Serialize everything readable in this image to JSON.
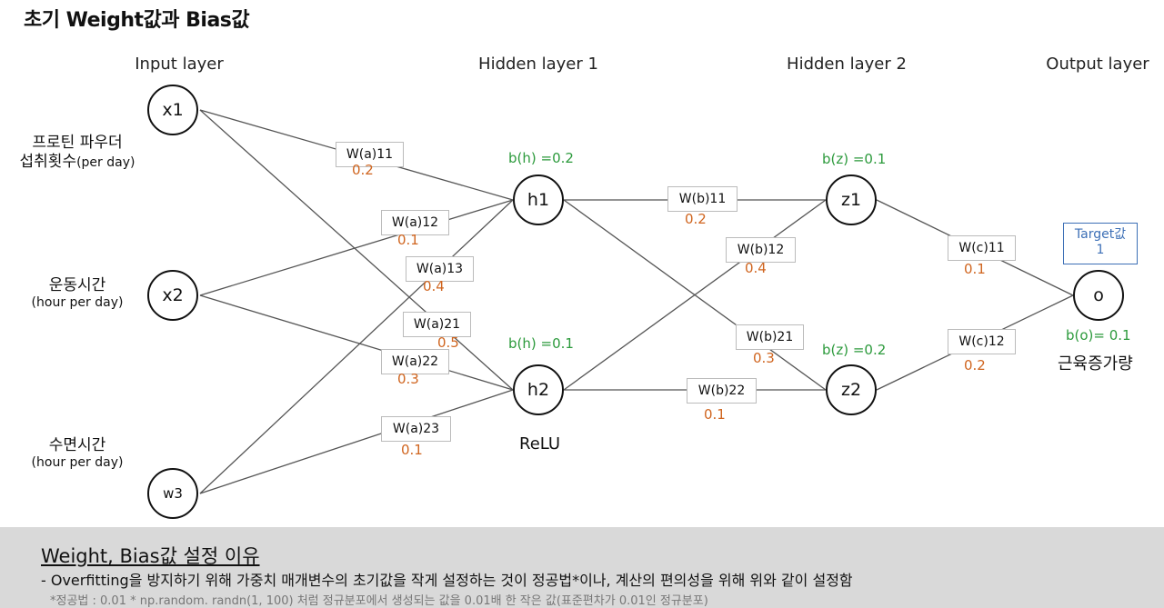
{
  "title": "초기 Weight값과 Bias값",
  "layers": {
    "input": "Input layer",
    "hidden1": "Hidden layer 1",
    "hidden2": "Hidden layer 2",
    "output": "Output layer"
  },
  "inputs": [
    {
      "node": "x1",
      "desc_main": "프로틴 파우더",
      "desc_sub_prefix": "섭취횟수",
      "desc_sub": "(per day)"
    },
    {
      "node": "x2",
      "desc_main": "운동시간",
      "desc_sub": "(hour per day)"
    },
    {
      "node": "w3",
      "desc_main": "수면시간",
      "desc_sub": "(hour per day)"
    }
  ],
  "hidden1": [
    {
      "node": "h1",
      "bias": "b(h) =0.2"
    },
    {
      "node": "h2",
      "bias": "b(h) =0.1"
    }
  ],
  "activation": "ReLU",
  "hidden2": [
    {
      "node": "z1",
      "bias": "b(z) =0.1"
    },
    {
      "node": "z2",
      "bias": "b(z) =0.2"
    }
  ],
  "output": {
    "node": "o",
    "bias": "b(o)= 0.1",
    "label": "근육증가량"
  },
  "target": {
    "label": "Target값",
    "value": "1"
  },
  "weights": [
    {
      "name": "W(a)11",
      "value": "0.2"
    },
    {
      "name": "W(a)12",
      "value": "0.1"
    },
    {
      "name": "W(a)13",
      "value": "0.4"
    },
    {
      "name": "W(a)21",
      "value": "0.5"
    },
    {
      "name": "W(a)22",
      "value": "0.3"
    },
    {
      "name": "W(a)23",
      "value": "0.1"
    },
    {
      "name": "W(b)11",
      "value": "0.2"
    },
    {
      "name": "W(b)12",
      "value": "0.4"
    },
    {
      "name": "W(b)21",
      "value": "0.3"
    },
    {
      "name": "W(b)22",
      "value": "0.1"
    },
    {
      "name": "W(c)11",
      "value": "0.1"
    },
    {
      "name": "W(c)12",
      "value": "0.2"
    }
  ],
  "footer": {
    "heading": "Weight, Bias값 설정 이유",
    "line1": "- Overfitting을 방지하기 위해 가중치 매개변수의 초기값을 작게 설정하는 것이 정공법*이나, 계산의 편의성을 위해 위와 같이 설정함",
    "line2": "*정공법 : 0.01 * np.random. randn(1, 100) 처럼 정규분포에서 생성되는 값을 0.01배 한 작은 값(표준편차가 0.01인 정규분포)"
  },
  "colors": {
    "weight_value": "#d0651f",
    "bias": "#2c9a3c",
    "target": "#3c6fb6",
    "footer_bg": "#d9d9d9"
  }
}
